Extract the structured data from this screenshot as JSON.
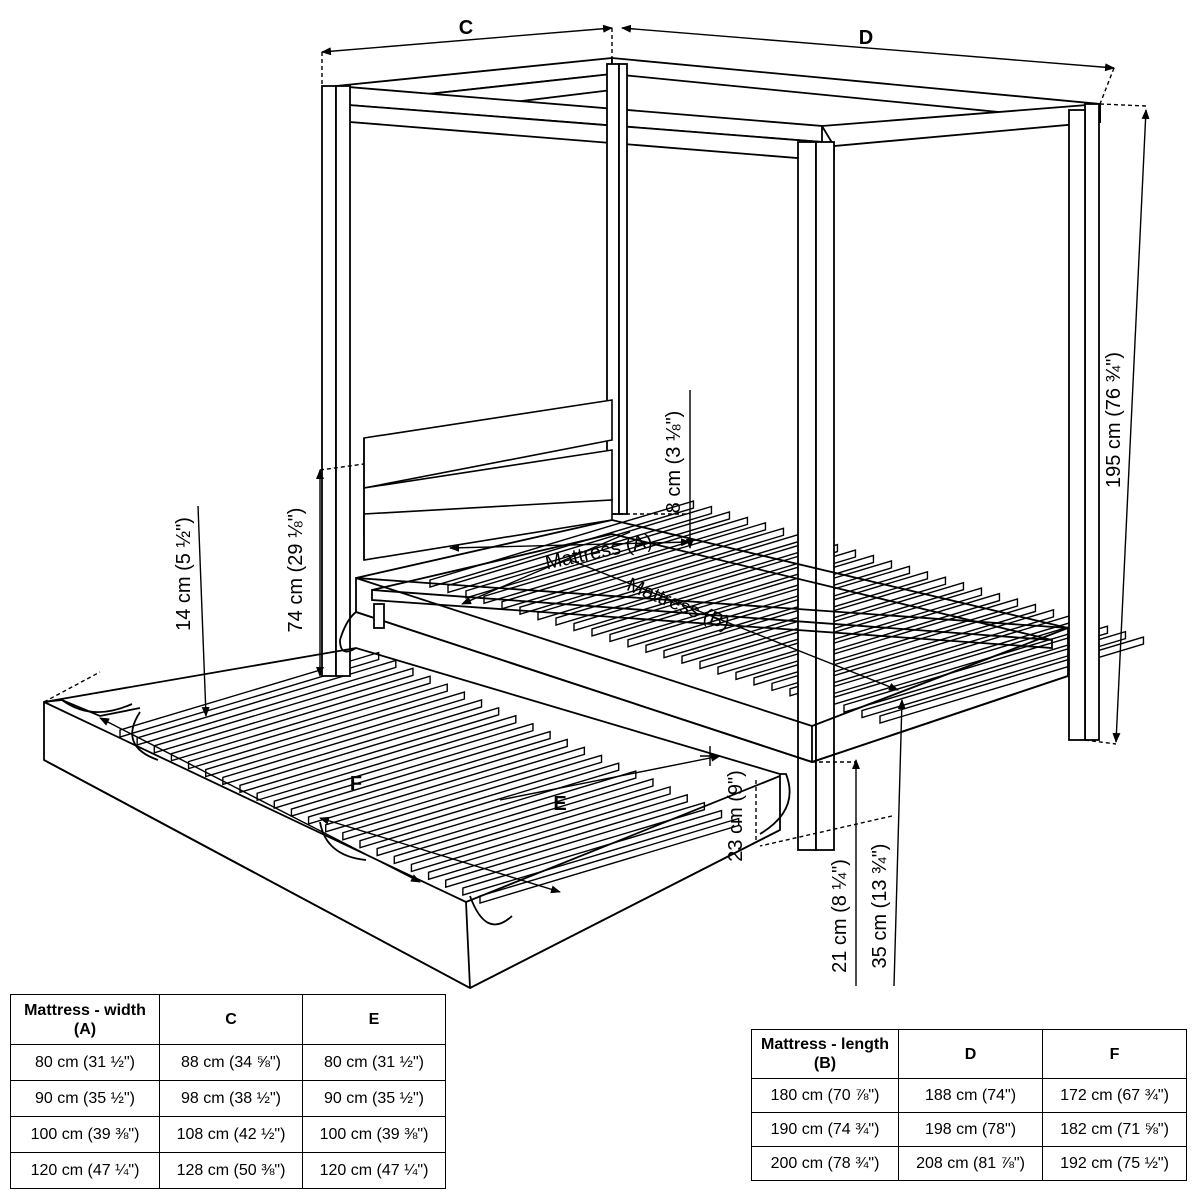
{
  "diagram": {
    "labels": {
      "c": "C",
      "d": "D",
      "e": "E",
      "f": "F",
      "mattress_a": "Mattress (A)",
      "mattress_b": "Mattress (B)"
    },
    "dimensions": {
      "height_total": "195 cm (76 ¾\")",
      "headboard_gap": "8 cm (3 ⅛\")",
      "headboard_height": "74 cm (29 ⅛\")",
      "trundle_side": "14 cm (5 ½\")",
      "trundle_height": "23 cm (9\")",
      "clearance": "21 cm (8 ¼\")",
      "bed_height": "35 cm (13 ¾\")"
    }
  },
  "table_width": {
    "headers": [
      "Mattress - width (A)",
      "C",
      "E"
    ],
    "rows": [
      [
        "80 cm (31 ½\")",
        "88 cm (34 ⅝\")",
        "80 cm (31 ½\")"
      ],
      [
        "90 cm (35 ½\")",
        "98 cm (38 ½\")",
        "90 cm (35 ½\")"
      ],
      [
        "100 cm (39 ⅜\")",
        "108 cm (42 ½\")",
        "100 cm (39 ⅜\")"
      ],
      [
        "120 cm (47 ¼\")",
        "128 cm (50 ⅜\")",
        "120 cm (47 ¼\")"
      ]
    ]
  },
  "table_length": {
    "headers": [
      "Mattress - length (B)",
      "D",
      "F"
    ],
    "rows": [
      [
        "180 cm (70 ⅞\")",
        "188 cm (74\")",
        "172 cm (67 ¾\")"
      ],
      [
        "190 cm (74 ¾\")",
        "198 cm (78\")",
        "182 cm (71 ⅝\")"
      ],
      [
        "200 cm (78 ¾\")",
        "208 cm (81 ⅞\")",
        "192 cm (75 ½\")"
      ]
    ]
  }
}
